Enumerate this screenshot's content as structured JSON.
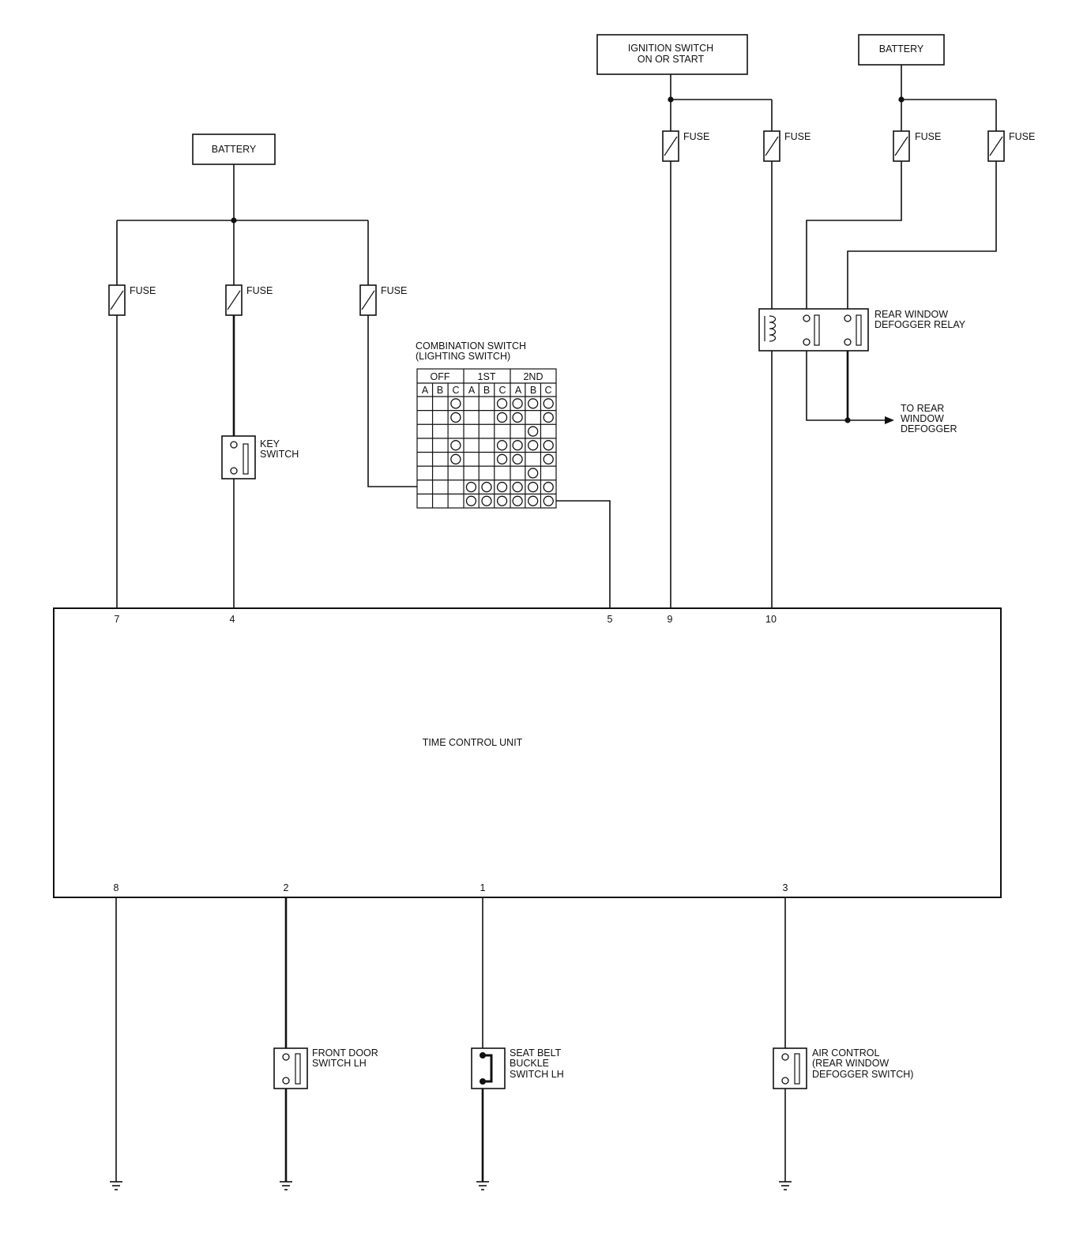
{
  "sources": {
    "battery_left": "BATTERY",
    "ignition_line1": "IGNITION SWITCH",
    "ignition_line2": "ON OR START",
    "battery_right": "BATTERY"
  },
  "fuse_label": "FUSE",
  "key_switch": [
    "KEY",
    "SWITCH"
  ],
  "combination_switch": {
    "title_line1": "COMBINATION SWITCH",
    "title_line2": "(LIGHTING SWITCH)",
    "positions": [
      "OFF",
      "1ST",
      "2ND"
    ],
    "terminals": [
      "A",
      "B",
      "C",
      "A",
      "B",
      "C",
      "A",
      "B",
      "C"
    ]
  },
  "relay": [
    "REAR WINDOW",
    "DEFOGGER RELAY"
  ],
  "to_defogger": [
    "TO REAR",
    "WINDOW",
    "DEFOGGER"
  ],
  "control_unit": {
    "label": "TIME CONTROL UNIT",
    "top_pins": [
      "7",
      "4",
      "5",
      "9",
      "10"
    ],
    "bottom_pins": [
      "8",
      "2",
      "1",
      "3"
    ]
  },
  "front_door_switch": [
    "FRONT DOOR",
    "SWITCH LH"
  ],
  "seat_belt_switch": [
    "SEAT BELT",
    "BUCKLE",
    "SWITCH LH"
  ],
  "air_control": [
    "AIR CONTROL",
    "(REAR WINDOW",
    "DEFOGGER SWITCH)"
  ]
}
